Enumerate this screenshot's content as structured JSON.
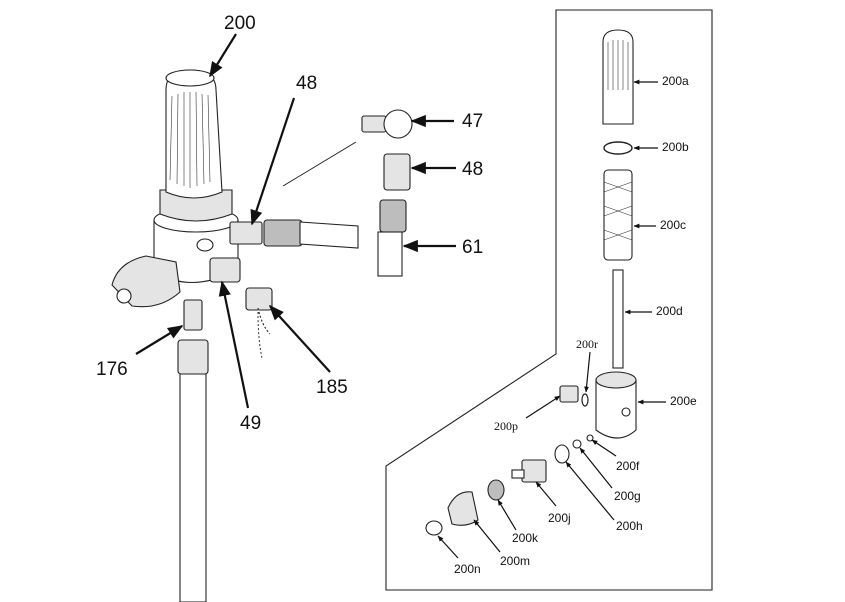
{
  "callouts": {
    "c200": "200",
    "c48a": "48",
    "c47": "47",
    "c48b": "48",
    "c61": "61",
    "c176": "176",
    "c49": "49",
    "c185": "185",
    "c200a": "200a",
    "c200b": "200b",
    "c200c": "200c",
    "c200d": "200d",
    "c200r": "200r",
    "c200e": "200e",
    "c200p": "200p",
    "c200f": "200f",
    "c200g": "200g",
    "c200j": "200j",
    "c200h": "200h",
    "c200k": "200k",
    "c200m": "200m",
    "c200n": "200n"
  }
}
